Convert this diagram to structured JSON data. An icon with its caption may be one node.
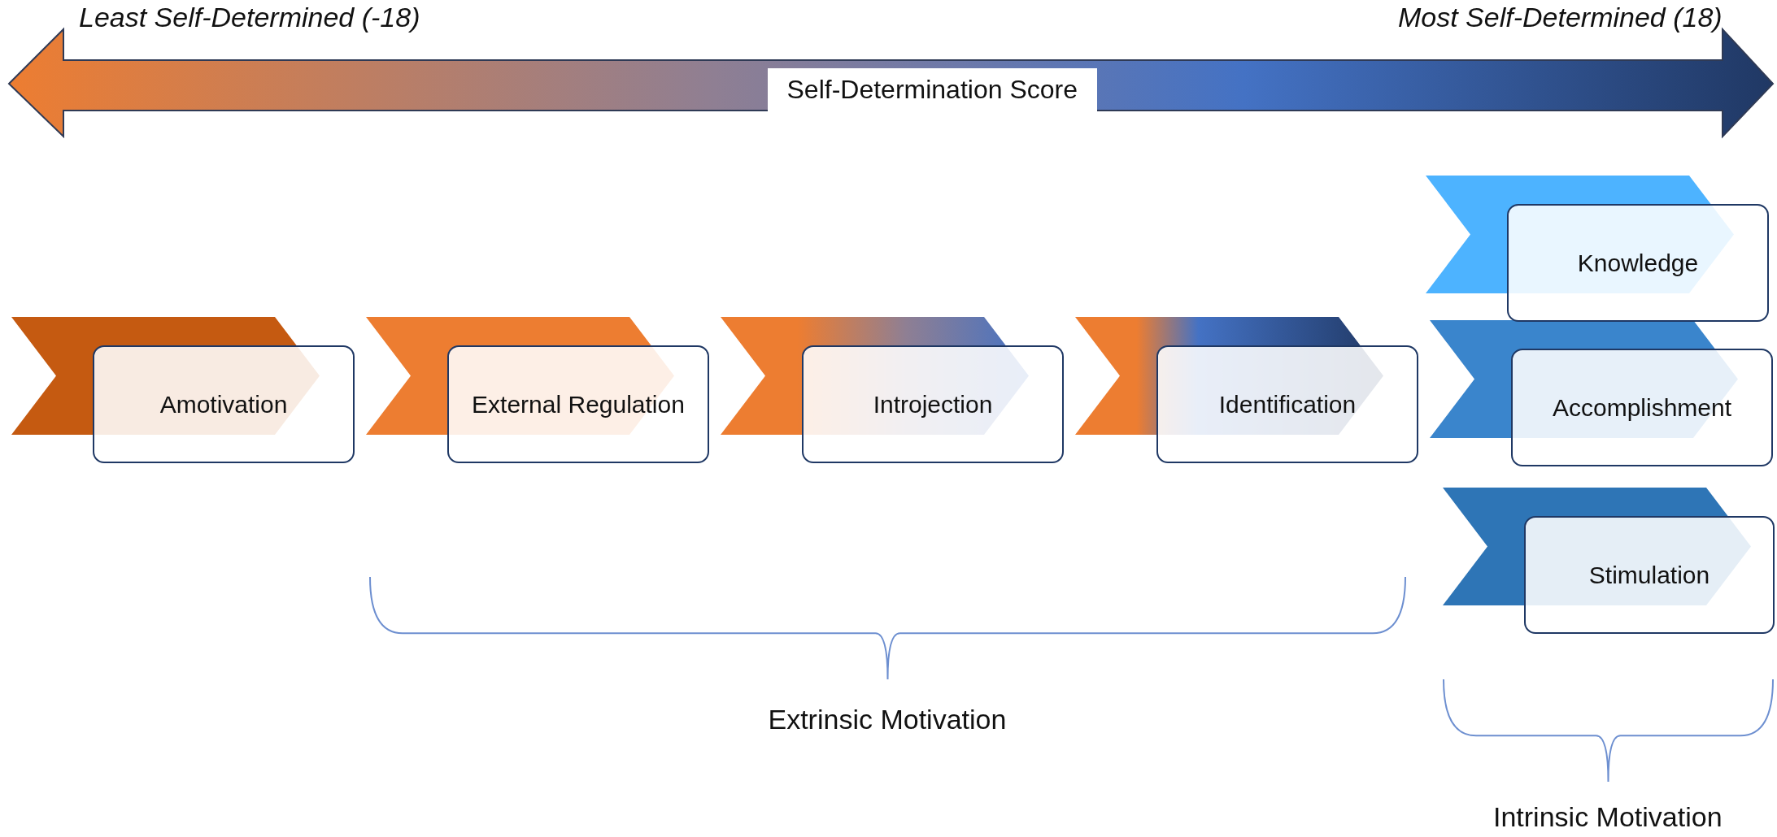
{
  "diagram": {
    "nodes": [
      {
        "text": [
          "Amotivation"
        ]
      },
      {
        "text": [
          "External Regulation"
        ]
      },
      {
        "text": [
          "Introjection"
        ]
      },
      {
        "text": [
          "Identification"
        ]
      },
      {
        "text": [
          "Knowledge"
        ]
      },
      {
        "text": [
          "Accomplishment"
        ]
      },
      {
        "text": [
          "Stimulation"
        ]
      }
    ],
    "edges": [],
    "labels": [
      "Least Self-Determined (-18)",
      "Most Self-Determined (18)",
      "Self-Determination Score",
      "Extrinsic Motivation",
      "Intrinsic Motivation"
    ]
  }
}
